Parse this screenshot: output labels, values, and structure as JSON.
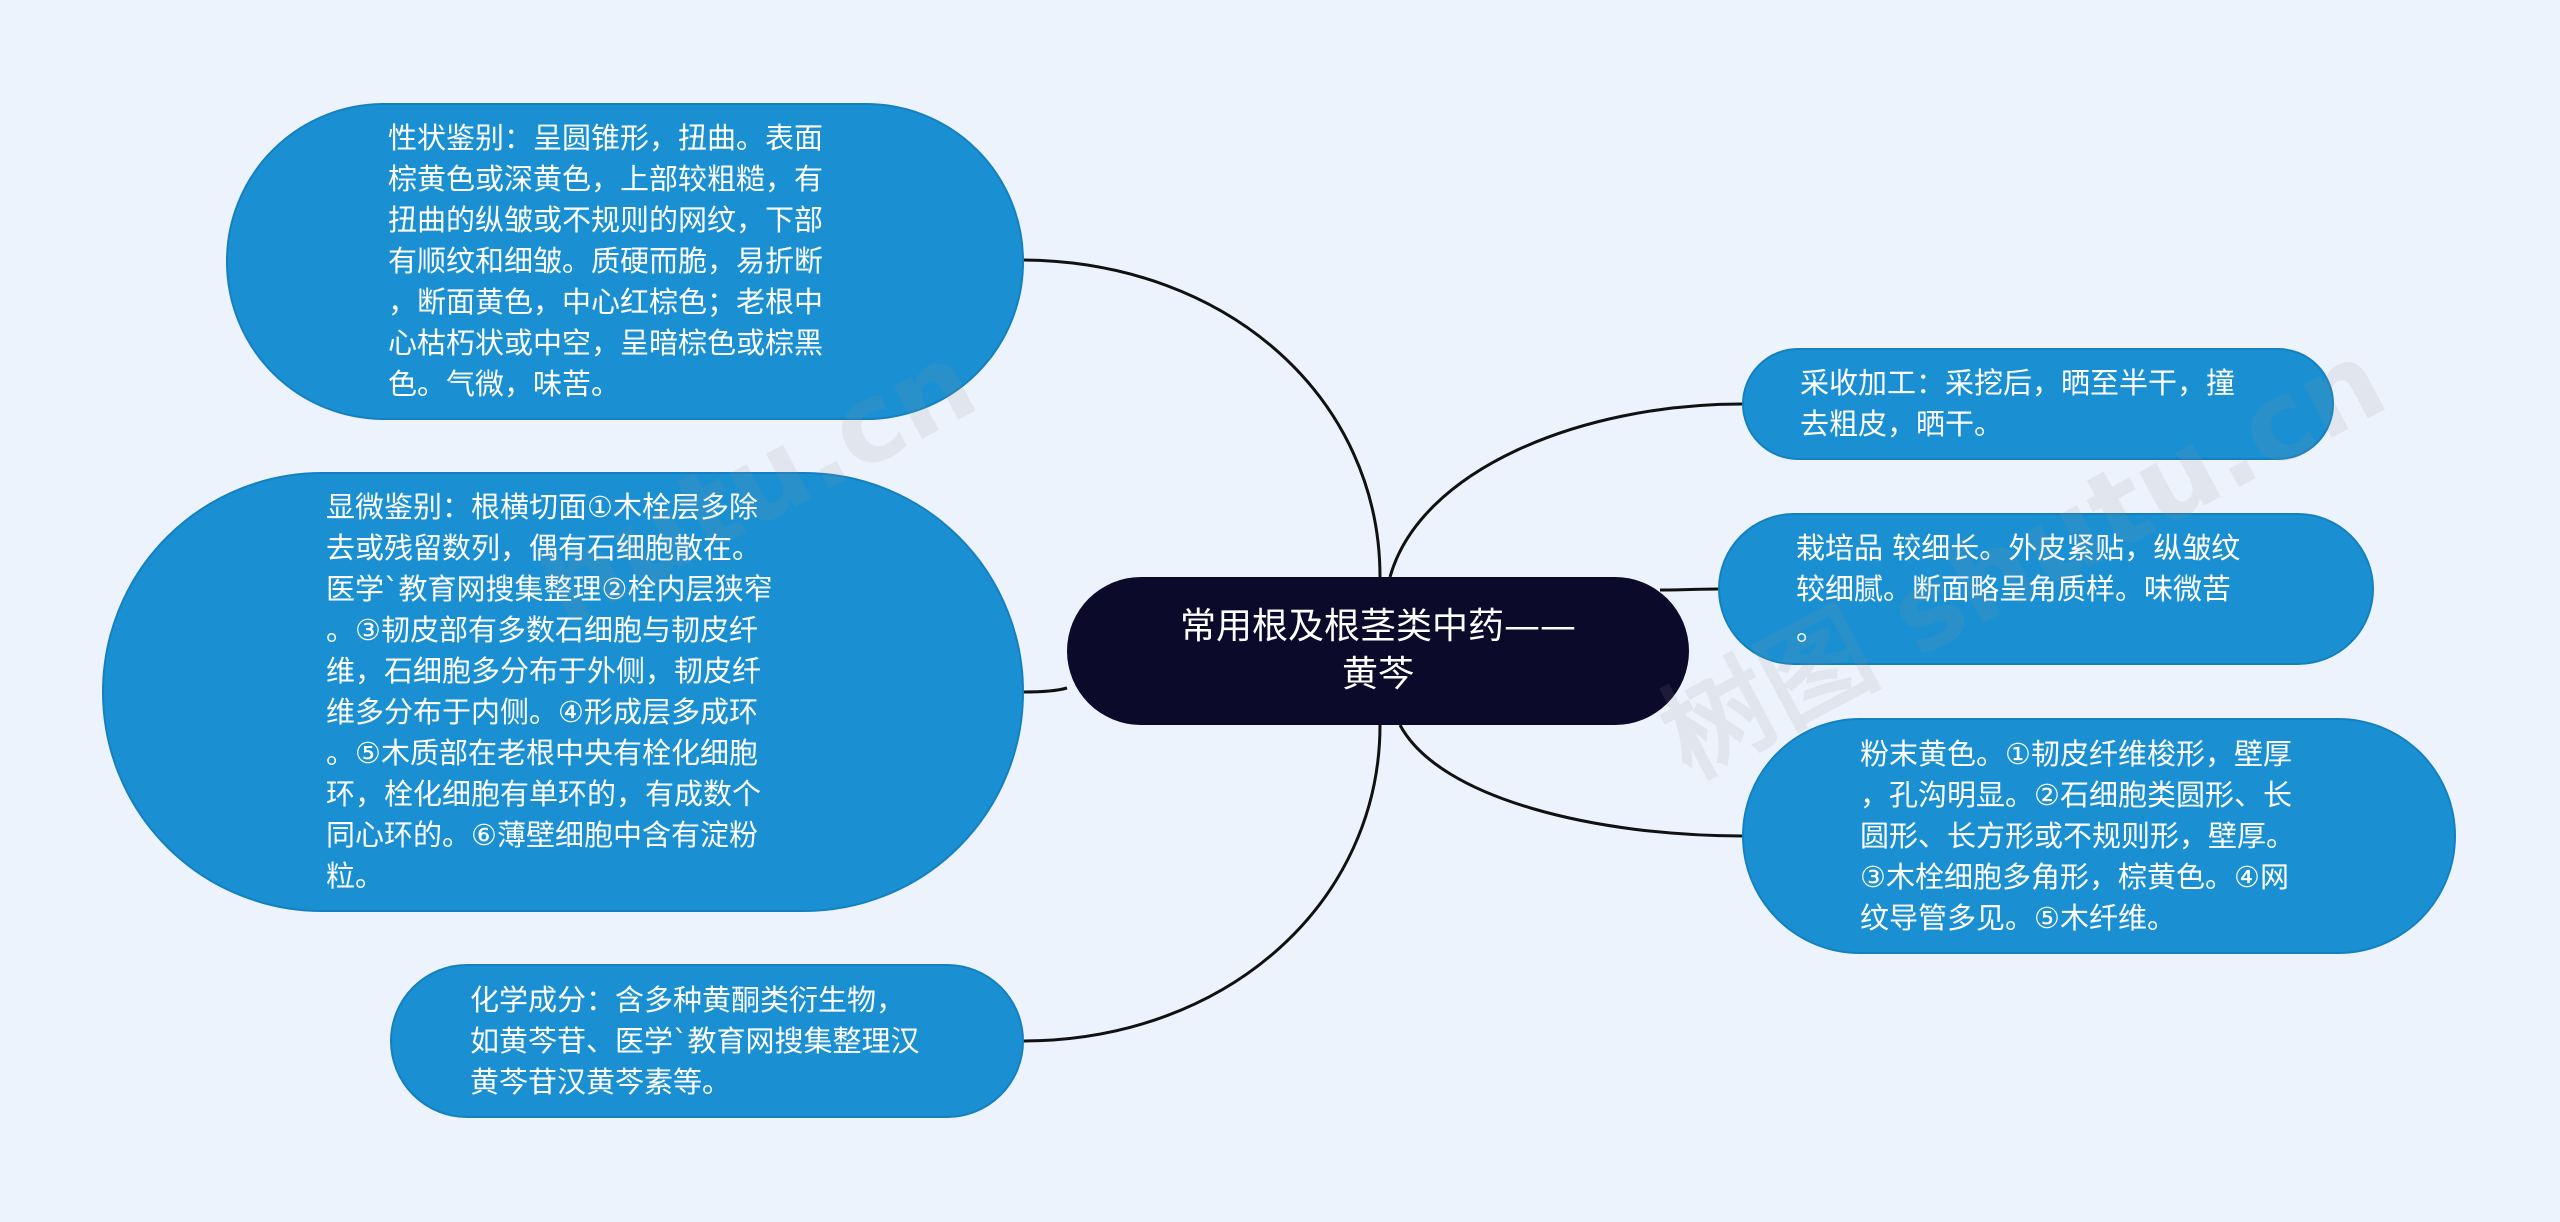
{
  "center": {
    "label": "常用根及根茎类中药——\n黄芩"
  },
  "nodes": [
    {
      "id": "n1",
      "text": "性状鉴别：呈圆锥形，扭曲。表面\n棕黄色或深黄色，上部较粗糙，有\n扭曲的纵皱或不规则的网纹，下部\n有顺纹和细皱。质硬而脆，易折断\n，断面黄色，中心红棕色；老根中\n心枯朽状或中空，呈暗棕色或棕黑\n色。气微，味苦。"
    },
    {
      "id": "n2",
      "text": "显微鉴别：根横切面①木栓层多除\n去或残留数列，偶有石细胞散在。\n医学`教育网搜集整理②栓内层狭窄\n。③韧皮部有多数石细胞与韧皮纤\n维，石细胞多分布于外侧，韧皮纤\n维多分布于内侧。④形成层多成环\n。⑤木质部在老根中央有栓化细胞\n环，栓化细胞有单环的，有成数个\n同心环的。⑥薄壁细胞中含有淀粉\n粒。"
    },
    {
      "id": "n3",
      "text": "化学成分：含多种黄酮类衍生物，\n如黄芩苷、医学`教育网搜集整理汉\n黄芩苷汉黄芩素等。"
    },
    {
      "id": "n4",
      "text": "采收加工：采挖后，晒至半干，撞\n去粗皮，晒干。"
    },
    {
      "id": "n5",
      "text": "栽培品 较细长。外皮紧贴，纵皱纹\n较细腻。断面略呈角质样。味微苦\n。"
    },
    {
      "id": "n6",
      "text": "粉末黄色。①韧皮纤维梭形，壁厚\n，孔沟明显。②石细胞类圆形、长\n圆形、长方形或不规则形，壁厚。\n③木栓细胞多角形，棕黄色。④网\n纹导管多见。⑤木纤维。"
    }
  ],
  "watermarks": [
    "hutu.cn",
    "树图 shutu.cn"
  ],
  "colors": {
    "background": "#edf3fc",
    "node": "#1a90d2",
    "center": "#0c0a2b",
    "line": "#111111"
  }
}
